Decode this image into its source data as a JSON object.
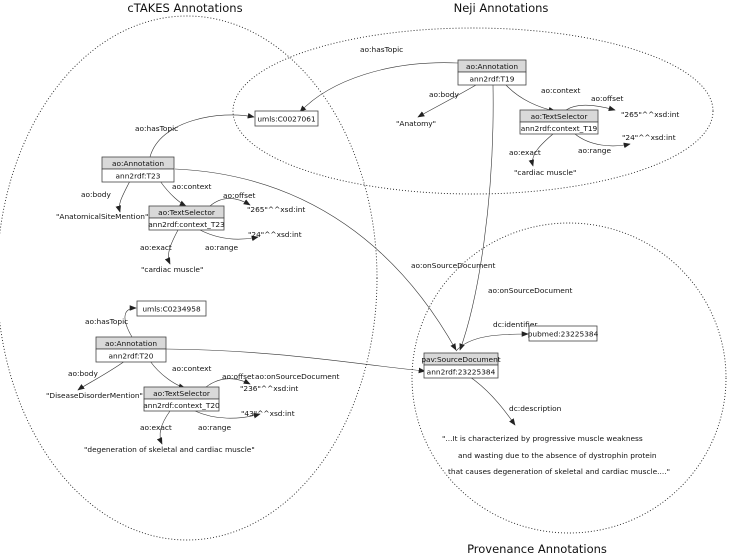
{
  "regions": {
    "ctakes": "cTAKES Annotations",
    "neji": "Neji Annotations",
    "provenance": "Provenance Annotations"
  },
  "nodes": {
    "umls_c0027061": "umls:C0027061",
    "umls_c0234958": "umls:C0234958",
    "pubmed": "pubmed:23225384",
    "t19": {
      "type": "ao:Annotation",
      "id": "ann2rdf:T19"
    },
    "t19_sel": {
      "type": "ao:TextSelector",
      "id": "ann2rdf:context_T19"
    },
    "t23": {
      "type": "ao:Annotation",
      "id": "ann2rdf:T23"
    },
    "t23_sel": {
      "type": "ao:TextSelector",
      "id": "ann2rdf:context_T23"
    },
    "t20": {
      "type": "ao:Annotation",
      "id": "ann2rdf:T20"
    },
    "t20_sel": {
      "type": "ao:TextSelector",
      "id": "ann2rdf:context_T20"
    },
    "srcdoc": {
      "type": "pav:SourceDocument",
      "id": "ann2rdf:23225384"
    }
  },
  "literals": {
    "anatomy": "\"Anatomy\"",
    "cardiac_t19": "\"cardiac muscle\"",
    "offset_t19": "\"265\"^^xsd:int",
    "range_t19": "\"24\"^^xsd:int",
    "anatomical": "\"AnatomicalSiteMention\"",
    "cardiac_t23": "\"cardiac muscle\"",
    "offset_t23": "\"265\"^^xsd:int",
    "range_t23": "\"24\"^^xsd:int",
    "disease": "\"DiseaseDisorderMention\"",
    "degeneration": "\"degeneration of skeletal and cardiac muscle\"",
    "offset_t20": "\"236\"^^xsd:int",
    "range_t20": "\"43\"^^xsd:int",
    "description": [
      "\"...It is characterized by progressive muscle weakness",
      "and wasting due to the absence of dystrophin protein",
      "that causes degeneration of skeletal and cardiac muscle....\""
    ]
  },
  "edge_labels": {
    "has_topic": "ao:hasTopic",
    "body": "ao:body",
    "context": "ao:context",
    "offset": "ao:offset",
    "exact": "ao:exact",
    "range": "ao:range",
    "on_source": "ao:onSourceDocument",
    "identifier": "dc:identifier",
    "description": "dc:description"
  }
}
